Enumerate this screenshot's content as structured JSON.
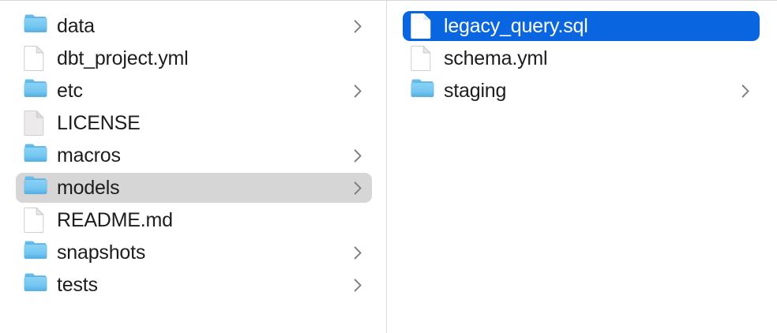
{
  "window": {
    "view_mode": "column",
    "background_color": "#ffffff",
    "divider_color": "#dcdcdc",
    "selection_blue": "#0a66e0",
    "selection_gray": "#d6d6d6",
    "folder_icon_color": "#6fc4f2",
    "text_color": "#1d1d1f"
  },
  "columns": [
    {
      "name": "parent-column",
      "items": [
        {
          "label": "data",
          "kind": "folder",
          "icon": "folder-icon",
          "has_chevron": true,
          "state": "normal"
        },
        {
          "label": "dbt_project.yml",
          "kind": "file",
          "icon": "document-icon",
          "has_chevron": false,
          "state": "normal"
        },
        {
          "label": "etc",
          "kind": "folder",
          "icon": "folder-icon",
          "has_chevron": true,
          "state": "normal"
        },
        {
          "label": "LICENSE",
          "kind": "file",
          "icon": "document-icon",
          "has_chevron": false,
          "state": "normal"
        },
        {
          "label": "macros",
          "kind": "folder",
          "icon": "folder-icon",
          "has_chevron": true,
          "state": "normal"
        },
        {
          "label": "models",
          "kind": "folder",
          "icon": "folder-icon",
          "has_chevron": true,
          "state": "selected-inactive"
        },
        {
          "label": "README.md",
          "kind": "file",
          "icon": "document-icon",
          "has_chevron": false,
          "state": "normal"
        },
        {
          "label": "snapshots",
          "kind": "folder",
          "icon": "folder-icon",
          "has_chevron": true,
          "state": "normal"
        },
        {
          "label": "tests",
          "kind": "folder",
          "icon": "folder-icon",
          "has_chevron": true,
          "state": "normal"
        }
      ]
    },
    {
      "name": "child-column",
      "items": [
        {
          "label": "legacy_query.sql",
          "kind": "file",
          "icon": "document-icon",
          "has_chevron": false,
          "state": "selected-active"
        },
        {
          "label": "schema.yml",
          "kind": "file",
          "icon": "document-icon",
          "has_chevron": false,
          "state": "normal"
        },
        {
          "label": "staging",
          "kind": "folder",
          "icon": "folder-icon",
          "has_chevron": true,
          "state": "normal"
        }
      ]
    }
  ]
}
